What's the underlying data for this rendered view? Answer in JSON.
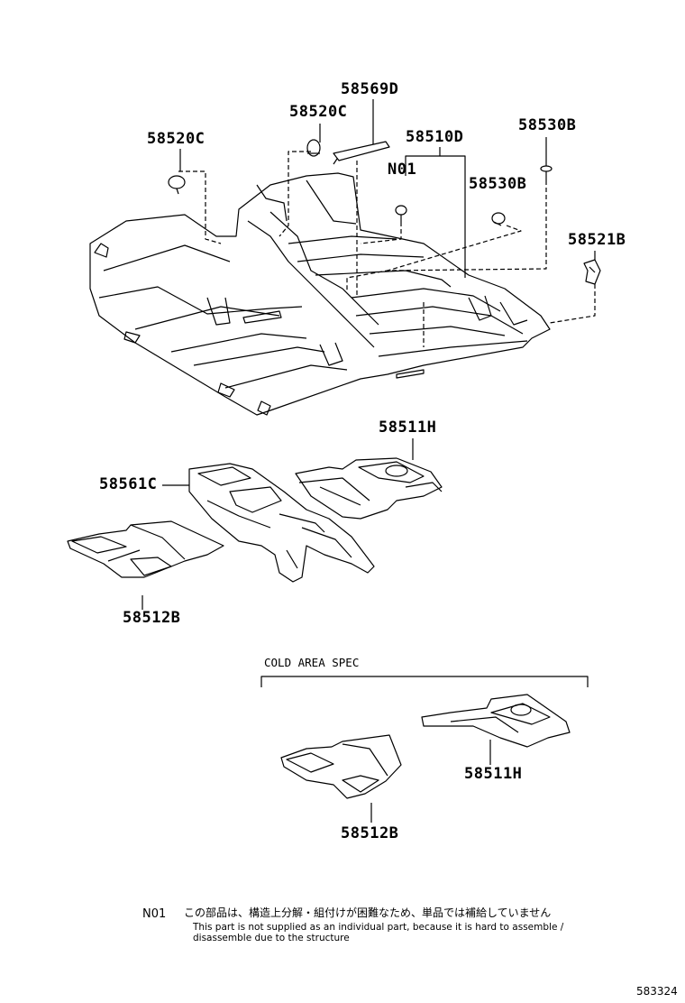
{
  "parts": {
    "p58569D": "58569D",
    "p58520C_top": "58520C",
    "p58520C_left": "58520C",
    "p58510D": "58510D",
    "p58530B_top": "58530B",
    "pN01": "N01",
    "p58530B_mid": "58530B",
    "p58521B": "58521B",
    "p58511H_main": "58511H",
    "p58561C": "58561C",
    "p58512B_main": "58512B",
    "p58511H_cold": "58511H",
    "p58512B_cold": "58512B"
  },
  "cold_area": {
    "label": "COLD AREA SPEC"
  },
  "note": {
    "code": "N01",
    "japanese": "この部品は、構造上分解・組付けが困難なため、単品では補給していません",
    "english": "This part is not supplied as an individual part, because it is hard to assemble / disassemble due to the structure"
  },
  "figure_number": "583324",
  "colors": {
    "line": "#000000",
    "background": "#ffffff"
  }
}
